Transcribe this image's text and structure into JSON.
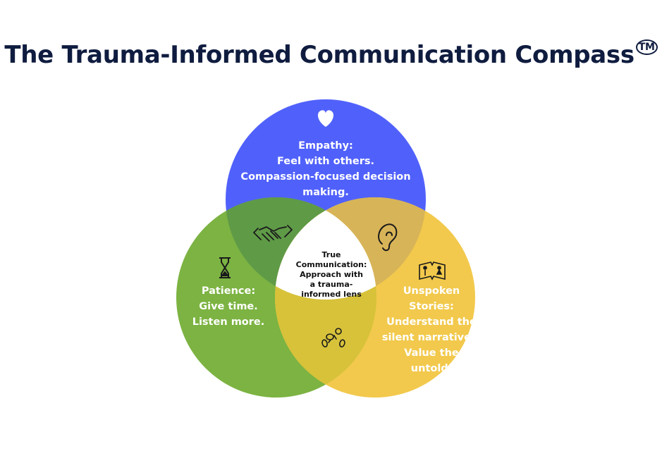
{
  "title": "The Trauma-Informed Communication Compass",
  "trademark": "TM",
  "colors": {
    "empathy": "#5061fb",
    "patience": "#7cb342",
    "stories": "#f2c94c",
    "title": "#0f1c3f"
  },
  "circles": {
    "empathy": {
      "icon": "heart-icon",
      "lines": [
        "Empathy:",
        "Feel with others.",
        "Compassion-focused decision",
        "making."
      ]
    },
    "patience": {
      "icon": "hourglass-icon",
      "lines": [
        "Patience:",
        "Give time.",
        "Listen more."
      ]
    },
    "stories": {
      "icon": "book-people-icon",
      "lines": [
        "Unspoken Stories:",
        "Understand the",
        "silent narratives.",
        "Value the",
        "untold."
      ]
    }
  },
  "overlaps": {
    "empathy_patience": "handshake-icon",
    "empathy_stories": "ear-icon",
    "patience_stories": "footsteps-icon"
  },
  "center": {
    "lines": [
      "True",
      "Communication:",
      "Approach with",
      "a trauma-",
      "informed lens"
    ]
  }
}
